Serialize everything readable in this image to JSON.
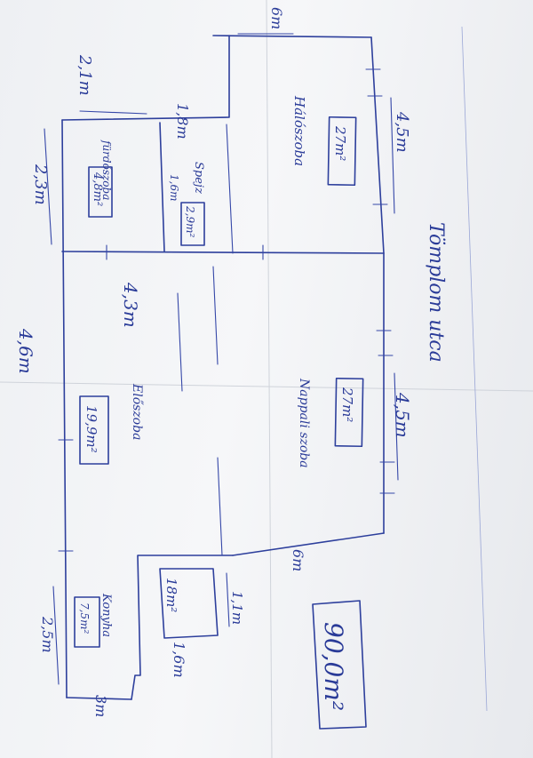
{
  "title": "Tömplom utca",
  "total_area": "90,0m²",
  "rooms": [
    {
      "key": "haloszoba",
      "name": "Hálószoba",
      "area": "27m²"
    },
    {
      "key": "nappali",
      "name": "Nappali szoba",
      "area": "27m²"
    },
    {
      "key": "furdoszoba",
      "name": "fürdőszoba",
      "area": "4,8m²"
    },
    {
      "key": "spejz",
      "name": "Spejz",
      "area": "2,9m²"
    },
    {
      "key": "eloszoba",
      "name": "Előszoba",
      "area": "19,9m²"
    },
    {
      "key": "kisszoba",
      "name": "",
      "area": "18m²"
    },
    {
      "key": "konyha",
      "name": "Konyha",
      "area": "7,5m²"
    }
  ],
  "dimensions": {
    "d_6m_top": "6m",
    "d_45_top": "4,5m",
    "d_45_mid": "4,5m",
    "d_21m": "2,1m",
    "d_18m": "1,8m",
    "d_16m_small": "1,6m",
    "d_23m": "2,3m",
    "d_43m": "4,3m",
    "d_46m": "4,6m",
    "d_6m_side": "6m",
    "d_11m": "1,1m",
    "d_16m": "1,6m",
    "d_25m": "2,5m",
    "d_3m": "3m"
  }
}
